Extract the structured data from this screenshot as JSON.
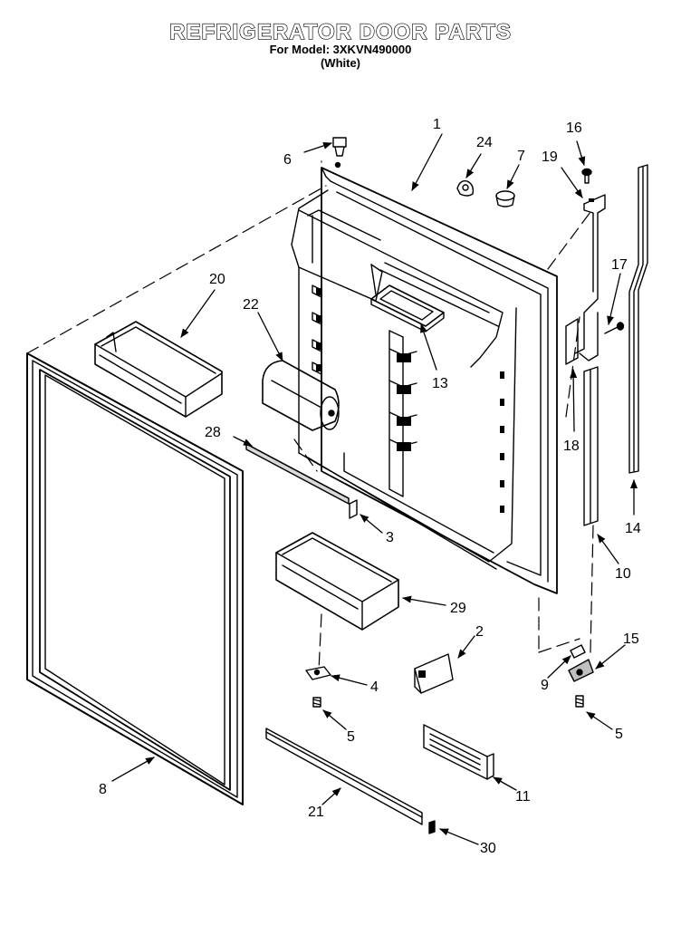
{
  "header": {
    "title": "REFRIGERATOR DOOR PARTS",
    "model_line": "For Model: 3XKVN490000",
    "color_line": "(White)"
  },
  "callouts": [
    {
      "id": "c1",
      "text": "1"
    },
    {
      "id": "c2",
      "text": "2"
    },
    {
      "id": "c3",
      "text": "3"
    },
    {
      "id": "c4",
      "text": "4"
    },
    {
      "id": "c5a",
      "text": "5"
    },
    {
      "id": "c5b",
      "text": "5"
    },
    {
      "id": "c6",
      "text": "6"
    },
    {
      "id": "c7",
      "text": "7"
    },
    {
      "id": "c8",
      "text": "8"
    },
    {
      "id": "c9",
      "text": "9"
    },
    {
      "id": "c10",
      "text": "10"
    },
    {
      "id": "c11",
      "text": "11"
    },
    {
      "id": "c13",
      "text": "13"
    },
    {
      "id": "c14",
      "text": "14"
    },
    {
      "id": "c15",
      "text": "15"
    },
    {
      "id": "c16",
      "text": "16"
    },
    {
      "id": "c17",
      "text": "17"
    },
    {
      "id": "c18",
      "text": "18"
    },
    {
      "id": "c19",
      "text": "19"
    },
    {
      "id": "c20",
      "text": "20"
    },
    {
      "id": "c21",
      "text": "21"
    },
    {
      "id": "c22",
      "text": "22"
    },
    {
      "id": "c24",
      "text": "24"
    },
    {
      "id": "c28",
      "text": "28"
    },
    {
      "id": "c29",
      "text": "29"
    },
    {
      "id": "c30",
      "text": "30"
    }
  ]
}
